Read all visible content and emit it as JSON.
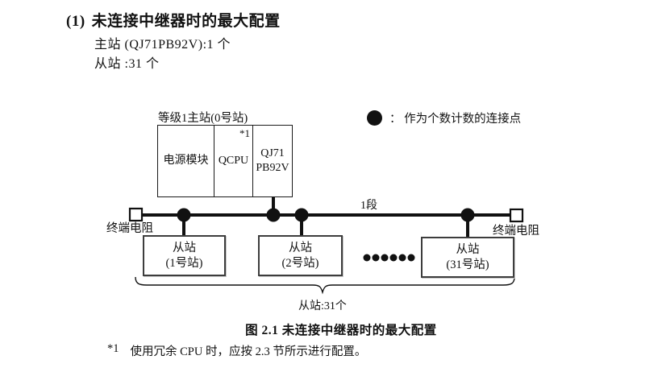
{
  "page": {
    "heading_num": "(1)",
    "heading_title": "未连接中继器时的最大配置",
    "master_count_line": "主站 (QJ71PB92V):1 个",
    "slave_count_line": "从站 :31 个"
  },
  "diagram": {
    "master_station_label": "等级1主站(0号站)",
    "master_cells": {
      "power": "电源模块",
      "cpu": "QCPU",
      "cpu_note": "*1",
      "pb_line1": "QJ71",
      "pb_line2": "PB92V"
    },
    "legend": {
      "icon": "connection-point-dot",
      "text": "： 作为个数计数的连接点"
    },
    "segment_label": "1段",
    "terminator_left_label": "终端电阻",
    "terminator_right_label": "终端电阻",
    "slaves": [
      {
        "line1": "从站",
        "line2": "(1号站)"
      },
      {
        "line1": "从站",
        "line2": "(2号站)"
      },
      {
        "line1": "从站",
        "line2": "(31号站)"
      }
    ],
    "brace_label": "从站:31个"
  },
  "caption": "图 2.1 未连接中继器时的最大配置",
  "footnote": {
    "marker": "*1",
    "text": "使用冗余 CPU 时，应按 2.3 节所示进行配置。"
  },
  "colors": {
    "line": "#111111",
    "box_border": "#3d3d3d",
    "background": "#ffffff"
  }
}
